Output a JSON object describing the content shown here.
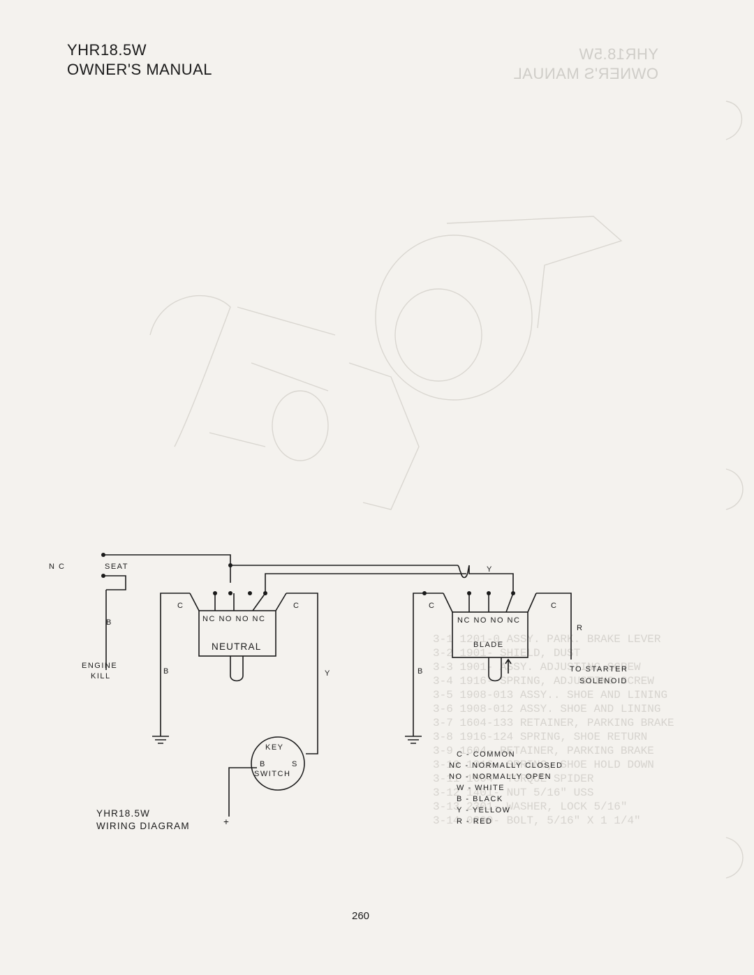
{
  "header": {
    "model": "YHR18.5W",
    "title": "OWNER'S MANUAL"
  },
  "diagram": {
    "labels": {
      "nc_left": "N C",
      "seat": "SEAT",
      "b_wire": "B",
      "engine": "ENGINE",
      "kill": "KILL",
      "neutral_c_left": "C",
      "neutral_c_right": "C",
      "neutral_terminals": "NC NO NO NC",
      "neutral": "NEUTRAL",
      "neutral_b": "B",
      "y_top": "Y",
      "y_mid": "Y",
      "blade_c_left": "C",
      "blade_c_right": "C",
      "blade_terminals": "NC NO NO NC",
      "blade": "BLADE",
      "blade_b": "B",
      "r_wire": "R",
      "to_starter": "TO STARTER",
      "solenoid": "SOLENOID",
      "key": "KEY",
      "switch": "SWITCH",
      "key_b": "B",
      "key_s": "S",
      "plus": "+",
      "caption_model": "YHR18.5W",
      "caption_title": "WIRING DIAGRAM"
    },
    "legend": [
      "C  -  COMMON",
      "NC  -  NORMALLY CLOSED",
      "NO  -  NORMALLY OPEN",
      "W  -  WHITE",
      "B  -  BLACK",
      "Y  -  YELLOW",
      "R  -  RED"
    ]
  },
  "page_number": "260"
}
